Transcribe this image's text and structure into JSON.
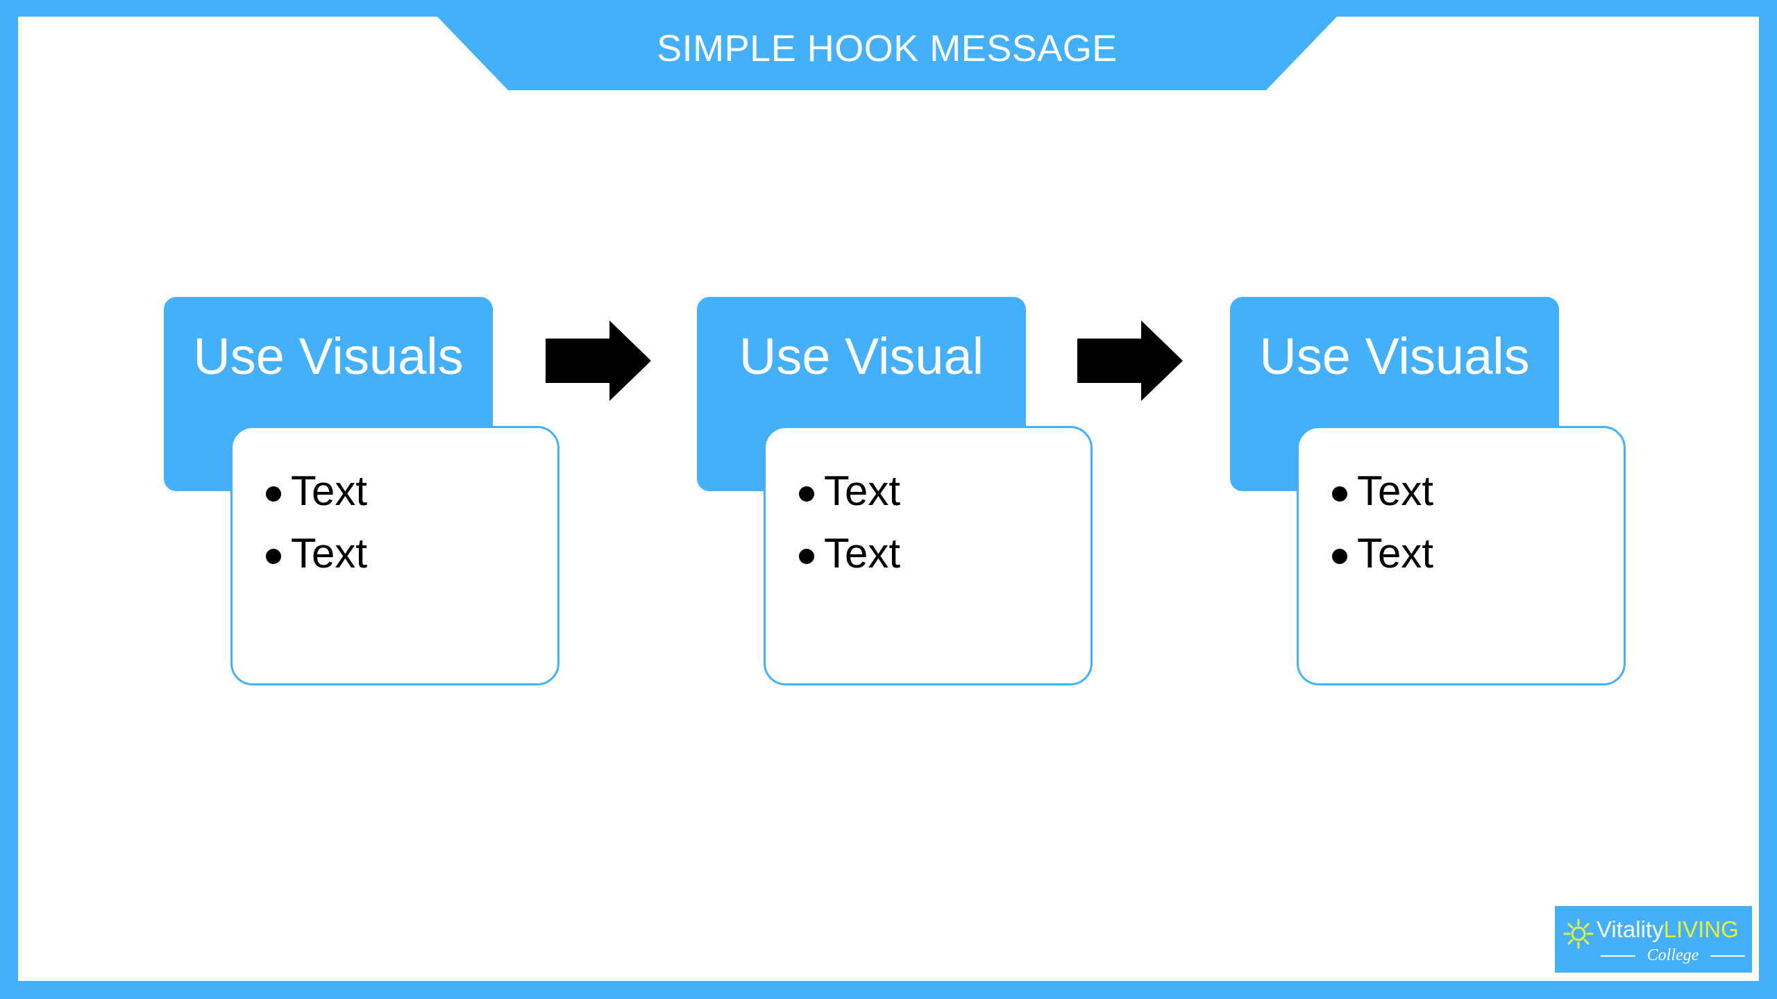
{
  "slide": {
    "title": "SIMPLE HOOK MESSAGE",
    "steps": [
      {
        "heading": "Use Visuals",
        "bullets": [
          "Text",
          "Text"
        ]
      },
      {
        "heading": "Use Visual",
        "bullets": [
          "Text",
          "Text"
        ]
      },
      {
        "heading": "Use Visuals",
        "bullets": [
          "Text",
          "Text"
        ]
      }
    ]
  },
  "logo": {
    "brand_part1": "Vitality",
    "brand_part2": "LIVING",
    "tagline": "College"
  },
  "colors": {
    "accent": "#44b0fb",
    "background": "#ffffff",
    "arrow": "#000000",
    "text_dark": "#000000",
    "logo_highlight": "#e6f03a"
  },
  "icons": [
    "right-arrow-icon",
    "sun-icon"
  ]
}
